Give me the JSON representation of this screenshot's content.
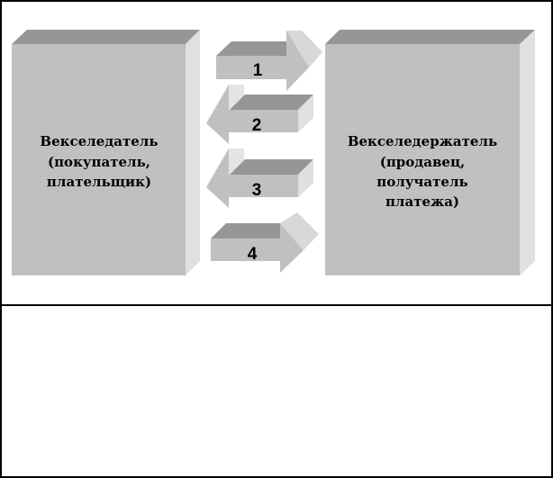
{
  "left_box": {
    "lines": [
      "Векселедатель",
      "(покупатель,",
      "плательщик)"
    ]
  },
  "right_box": {
    "lines": [
      "Векселедержатель",
      "(продавец,",
      "получатель",
      "платежа)"
    ]
  },
  "arrows": [
    {
      "label": "1",
      "direction": "right"
    },
    {
      "label": "2",
      "direction": "left"
    },
    {
      "label": "3",
      "direction": "left"
    },
    {
      "label": "4",
      "direction": "right"
    }
  ],
  "colors": {
    "front": "#c0c0c0",
    "top": "#969696",
    "side": "#e0e0e0",
    "border": "#000000"
  }
}
